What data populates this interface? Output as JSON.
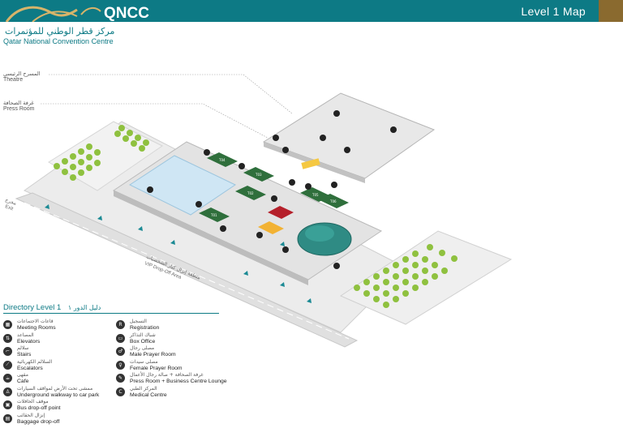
{
  "header": {
    "logo_text": "QNCC",
    "level_title": "Level 1 Map",
    "org_name_ar": "مركز قطر الوطني للمؤتمرات",
    "org_name_en": "Qatar National Convention Centre",
    "bar_color": "#0d7a85",
    "accent_color": "#8a6a2f"
  },
  "callouts": [
    {
      "ar": "المسرح الرئيسي",
      "en": "Theatre"
    },
    {
      "ar": "غرفة الصحافة",
      "en": "Press Room"
    }
  ],
  "map_labels": {
    "exit_ar": "مخرج",
    "exit_en": "Exit",
    "dropoff_ar": "منطقة إنزال كبار الشخصيات",
    "dropoff_en": "VIP Drop-Off Area"
  },
  "rooms": [
    "T04",
    "T03",
    "T02",
    "T01",
    "T05",
    "T06"
  ],
  "directory": {
    "title_en": "Directory Level 1",
    "title_ar": "دليل الدور ١",
    "left": [
      {
        "icon": "meeting-rooms-icon",
        "glyph": "▦",
        "ar": "قاعات الاجتماعات",
        "en": "Meeting Rooms"
      },
      {
        "icon": "elevators-icon",
        "glyph": "⇅",
        "ar": "المصاعد",
        "en": "Elevators"
      },
      {
        "icon": "stairs-icon",
        "glyph": "⌐",
        "ar": "سلالم",
        "en": "Stairs"
      },
      {
        "icon": "escalators-icon",
        "glyph": "⟋",
        "ar": "السلالم الكهربائية",
        "en": "Escalators"
      },
      {
        "icon": "cafe-icon",
        "glyph": "☕",
        "ar": "مقهى",
        "en": "Cafe"
      },
      {
        "icon": "walkway-icon",
        "glyph": "♙",
        "ar": "ممشى تحت الأرض لمواقف السيارات",
        "en": "Underground walkway to car park"
      },
      {
        "icon": "bus-icon",
        "glyph": "▣",
        "ar": "موقف الحافلات",
        "en": "Bus drop-off point"
      },
      {
        "icon": "baggage-icon",
        "glyph": "▤",
        "ar": "إنزال الحقائب",
        "en": "Baggage drop-off"
      }
    ],
    "right": [
      {
        "icon": "registration-icon",
        "glyph": "R",
        "ar": "التسجيل",
        "en": "Registration"
      },
      {
        "icon": "box-office-icon",
        "glyph": "▭",
        "ar": "شباك التذاكر",
        "en": "Box Office"
      },
      {
        "icon": "male-prayer-icon",
        "glyph": "♂",
        "ar": "مصلى رجال",
        "en": "Male Prayer Room"
      },
      {
        "icon": "female-prayer-icon",
        "glyph": "♀",
        "ar": "مصلى سيدات",
        "en": "Female Prayer Room"
      },
      {
        "icon": "press-room-icon",
        "glyph": "✎",
        "ar": "غرفة الصحافة + صالة رجال الأعمال",
        "en": "Press Room + Business Centre Lounge"
      },
      {
        "icon": "medical-icon",
        "glyph": "C",
        "ar": "المركز الطبي",
        "en": "Medical Centre"
      }
    ]
  }
}
